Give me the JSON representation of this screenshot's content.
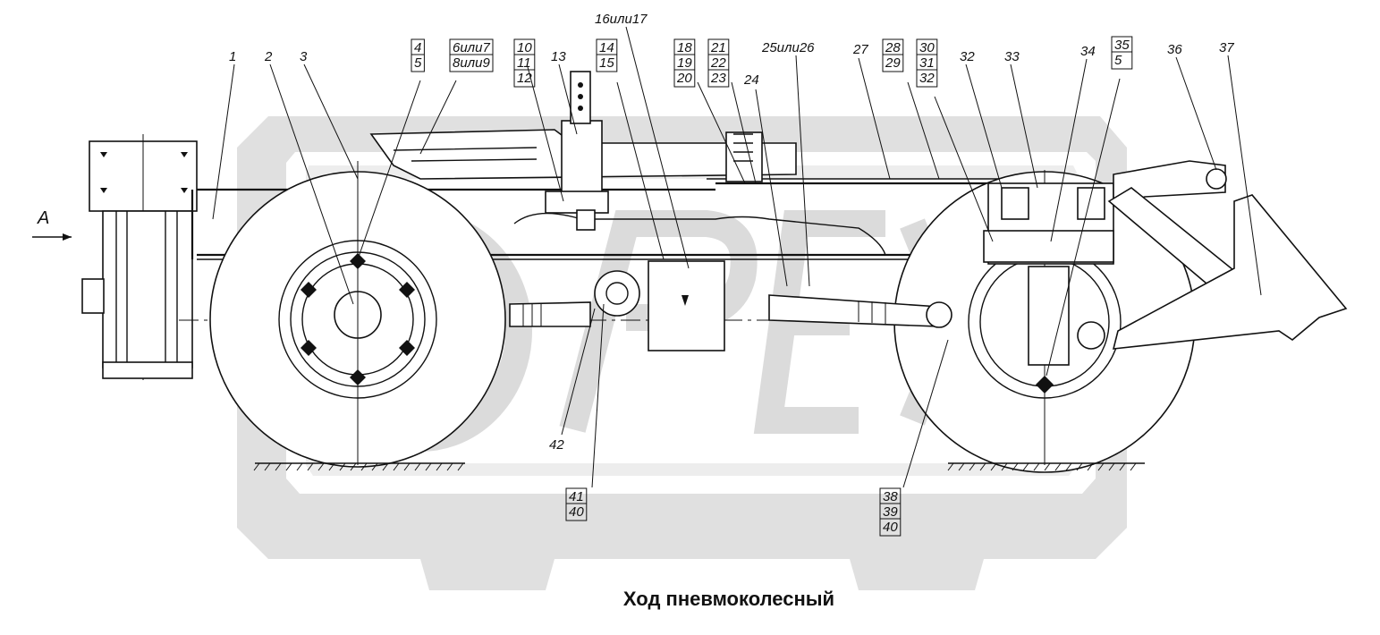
{
  "caption": "Ход пневмоколесный",
  "view_marker": "А",
  "callouts": [
    {
      "id": "c1",
      "lines": [
        "1"
      ],
      "boxed": false
    },
    {
      "id": "c2",
      "lines": [
        "2"
      ],
      "boxed": false
    },
    {
      "id": "c3",
      "lines": [
        "3"
      ],
      "boxed": false
    },
    {
      "id": "c4",
      "lines": [
        "4",
        "5"
      ],
      "boxed": true
    },
    {
      "id": "c6",
      "lines": [
        "6или7",
        "8или9"
      ],
      "boxed": true
    },
    {
      "id": "c10",
      "lines": [
        "10",
        "11",
        "12"
      ],
      "boxed": true
    },
    {
      "id": "c13",
      "lines": [
        "13"
      ],
      "boxed": false
    },
    {
      "id": "c14",
      "lines": [
        "14",
        "15"
      ],
      "boxed": true
    },
    {
      "id": "c16",
      "lines": [
        "16или17"
      ],
      "boxed": false
    },
    {
      "id": "c18",
      "lines": [
        "18",
        "19",
        "20"
      ],
      "boxed": true
    },
    {
      "id": "c21",
      "lines": [
        "21",
        "22",
        "23"
      ],
      "boxed": true
    },
    {
      "id": "c24",
      "lines": [
        "24"
      ],
      "boxed": false
    },
    {
      "id": "c25",
      "lines": [
        "25или26"
      ],
      "boxed": false
    },
    {
      "id": "c27",
      "lines": [
        "27"
      ],
      "boxed": false
    },
    {
      "id": "c28",
      "lines": [
        "28",
        "29"
      ],
      "boxed": true
    },
    {
      "id": "c30",
      "lines": [
        "30",
        "31",
        "32"
      ],
      "boxed": true
    },
    {
      "id": "c32",
      "lines": [
        "32"
      ],
      "boxed": false
    },
    {
      "id": "c33",
      "lines": [
        "33"
      ],
      "boxed": false
    },
    {
      "id": "c34",
      "lines": [
        "34"
      ],
      "boxed": false
    },
    {
      "id": "c35",
      "lines": [
        "35",
        "5"
      ],
      "boxed": true
    },
    {
      "id": "c36",
      "lines": [
        "36"
      ],
      "boxed": false
    },
    {
      "id": "c37",
      "lines": [
        "37"
      ],
      "boxed": false
    },
    {
      "id": "c42",
      "lines": [
        "42"
      ],
      "boxed": false
    },
    {
      "id": "c41",
      "lines": [
        "41",
        "40"
      ],
      "boxed": true
    },
    {
      "id": "c38",
      "lines": [
        "38",
        "39",
        "40"
      ],
      "boxed": true
    }
  ]
}
